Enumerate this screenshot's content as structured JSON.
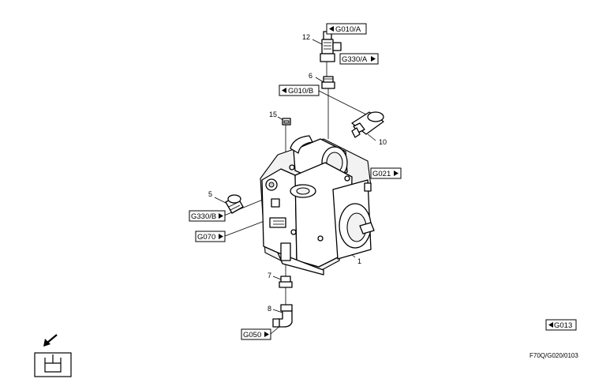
{
  "labels": {
    "l12": "12",
    "l6": "6",
    "l15": "15",
    "l10": "10",
    "l5": "5",
    "l1": "1",
    "l7": "7",
    "l8": "8"
  },
  "refs": {
    "g010a": "G010/A",
    "g330a": "G330/A",
    "g010b": "G010/B",
    "g021": "G021",
    "g330b": "G330/B",
    "g070": "G070",
    "g050": "G050",
    "g013": "G013"
  },
  "drawing_code": "F70Q/G020/0103"
}
